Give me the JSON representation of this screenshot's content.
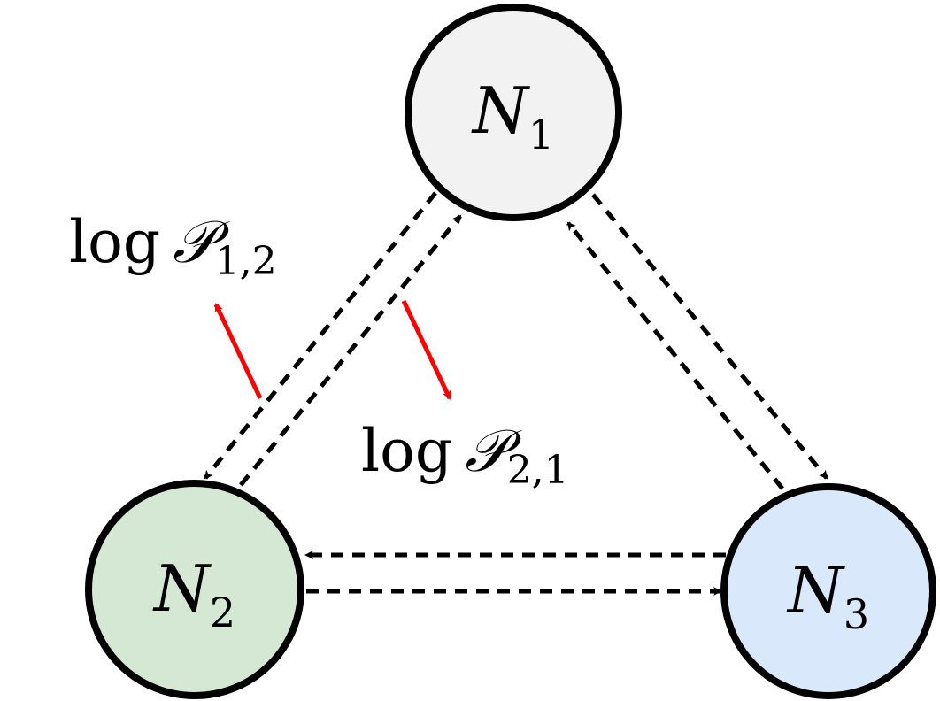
{
  "nodes": [
    {
      "id": "n1",
      "symbol": "N",
      "index": "1",
      "fill": "#f2f2f2"
    },
    {
      "id": "n2",
      "symbol": "N",
      "index": "2",
      "fill": "#d5e8d4"
    },
    {
      "id": "n3",
      "symbol": "N",
      "index": "3",
      "fill": "#dae8fc"
    }
  ],
  "edge_labels": [
    {
      "id": "p12",
      "prefix": "log",
      "symbol": "𝒫",
      "subscript": "1,2"
    },
    {
      "id": "p21",
      "prefix": "log",
      "symbol": "𝒫",
      "subscript": "2,1"
    }
  ],
  "colors": {
    "stroke": "#000000",
    "highlight_arrow": "#ff0000"
  },
  "edges": [
    {
      "from": "N1",
      "to": "N2",
      "style": "dashed"
    },
    {
      "from": "N2",
      "to": "N1",
      "style": "dashed"
    },
    {
      "from": "N1",
      "to": "N3",
      "style": "dashed"
    },
    {
      "from": "N3",
      "to": "N1",
      "style": "dashed"
    },
    {
      "from": "N2",
      "to": "N3",
      "style": "dashed"
    },
    {
      "from": "N3",
      "to": "N2",
      "style": "dashed"
    }
  ]
}
